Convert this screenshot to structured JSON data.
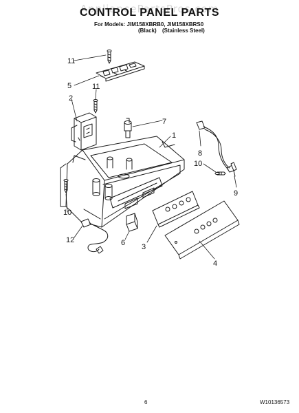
{
  "header": {
    "watermark": "AppliancePartsPros.com",
    "title": "CONTROL PANEL PARTS",
    "models_line": "For Models: JIM158XBRB0, JIM158XBRS0",
    "finish_black": "(Black)",
    "finish_stainless": "(Stainless Steel)"
  },
  "callouts": {
    "c1": "1",
    "c2": "2",
    "c3": "3",
    "c4": "4",
    "c5": "5",
    "c6": "6",
    "c7": "7",
    "c8": "8",
    "c9": "9",
    "c10a": "10",
    "c10b": "10",
    "c11a": "11",
    "c11b": "11",
    "c12": "12"
  },
  "footer": {
    "page_number": "6",
    "doc_number": "W10136573"
  }
}
